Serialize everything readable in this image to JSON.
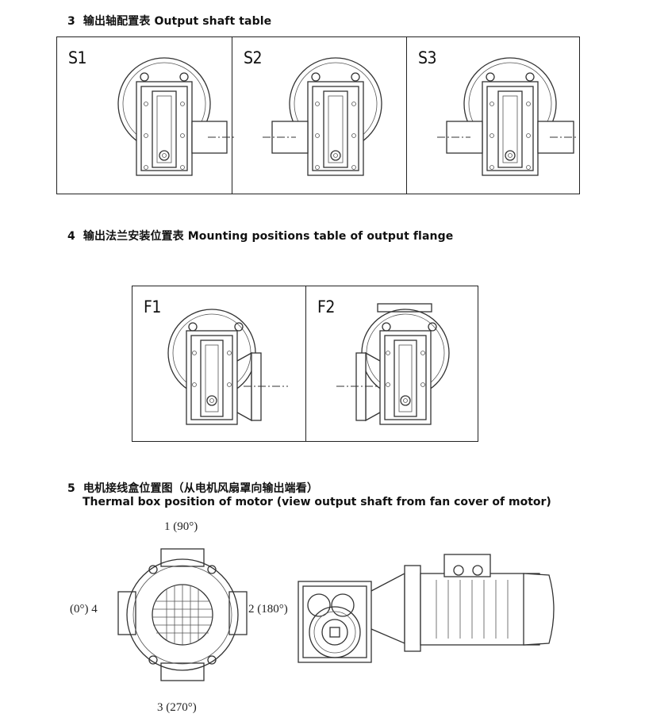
{
  "section3": {
    "number": "3",
    "title_cn": "输出轴配置表",
    "title_en": "Output shaft table",
    "cells": [
      {
        "label": "S1",
        "shaft": "right"
      },
      {
        "label": "S2",
        "shaft": "left"
      },
      {
        "label": "S3",
        "shaft": "both"
      }
    ]
  },
  "section4": {
    "number": "4",
    "title_cn": "输出法兰安装位置表",
    "title_en": "Mounting positions table of output flange",
    "cells": [
      {
        "label": "F1",
        "flange": "right"
      },
      {
        "label": "F2",
        "flange": "left"
      }
    ]
  },
  "section5": {
    "number": "5",
    "title_cn": "电机接线盒位置图（从电机风扇罩向输出端看）",
    "title_en": "Thermal box position of motor (view output shaft from fan cover of motor)",
    "positions": {
      "top": "1 (90°)",
      "left": "(0°) 4",
      "right": "2 (180°)",
      "bottom": "3 (270°)"
    }
  }
}
